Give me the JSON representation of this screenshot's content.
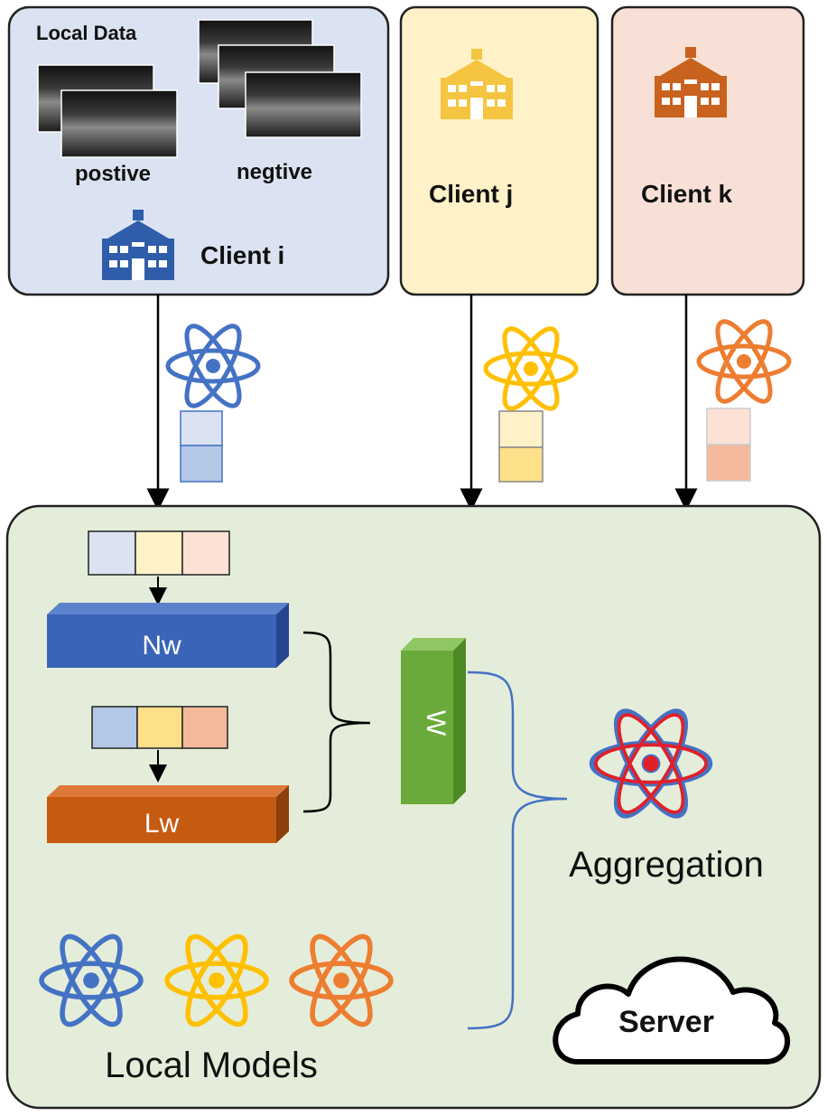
{
  "client_i": {
    "local_data_label": "Local Data",
    "positive_label": "postive",
    "negative_label": "negtive",
    "name": "Client i",
    "icon": "school-building-icon",
    "color": "#2f5daa",
    "fill": "#dbe3f2"
  },
  "client_j": {
    "name": "Client j",
    "icon": "school-building-icon",
    "color": "#f5c542",
    "fill": "#fff2c8"
  },
  "client_k": {
    "name": "Client k",
    "icon": "school-building-icon",
    "color": "#c8621e",
    "fill": "#f8e0d6"
  },
  "server": {
    "nw_label": "Nw",
    "lw_label": "Lw",
    "w_label": "W",
    "aggregation_label": "Aggregation",
    "local_models_label": "Local Models",
    "server_label": "Server",
    "fill": "#e4edd9"
  },
  "colors": {
    "blue_atom": "#4472c4",
    "yellow_atom": "#ffc000",
    "orange_atom": "#ed7d31",
    "aggregation_atom": "#e0202a",
    "nw_block": "#3a64b8",
    "lw_block": "#c55a11",
    "w_block": "#6aaa3a"
  }
}
